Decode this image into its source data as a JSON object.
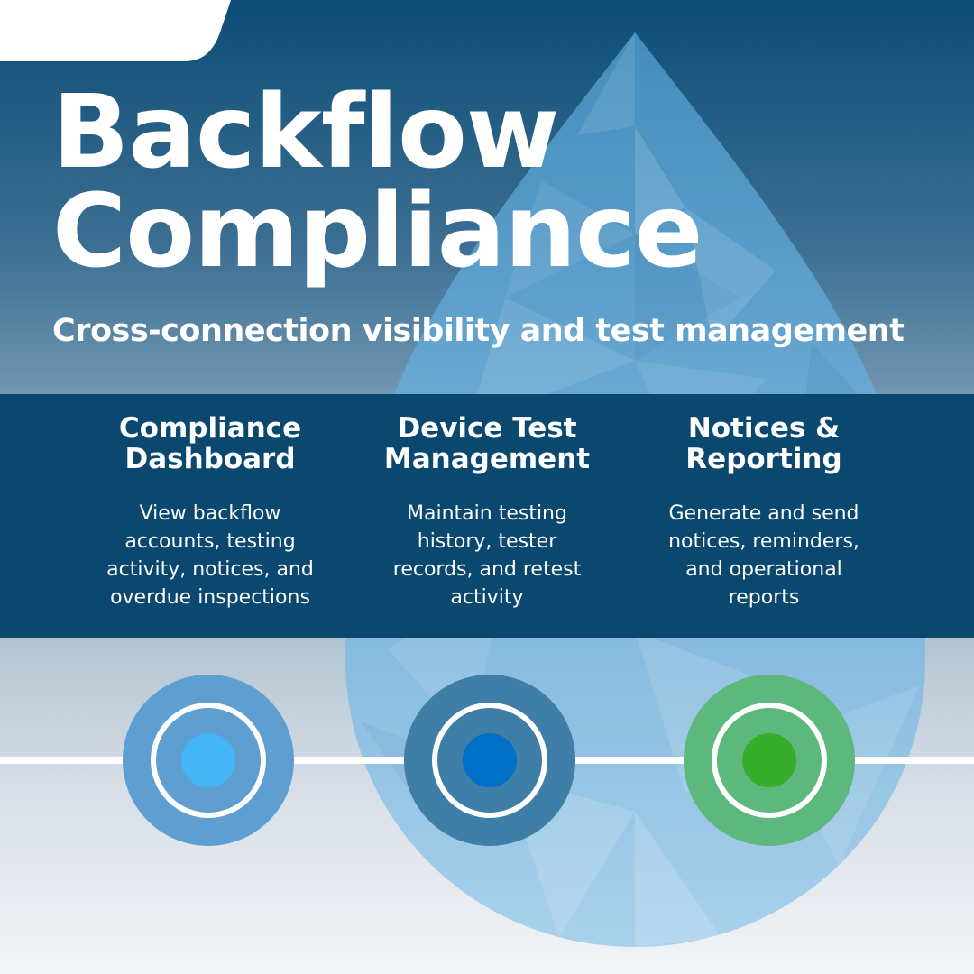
{
  "hero": {
    "title": "Backflow\nCompliance",
    "subtitle": "Cross-connection visibility and test management"
  },
  "features": [
    {
      "title": "Compliance\nDashboard",
      "description": "View backflow\naccounts, testing\nactivity, notices, and\noverdue inspections"
    },
    {
      "title": "Device Test\nManagement",
      "description": "Maintain testing\nhistory, tester\nrecords, and retest\nactivity"
    },
    {
      "title": "Notices &\nReporting",
      "description": "Generate and send\nnotices, reminders,\nand operational\nreports"
    }
  ],
  "colors": {
    "band": "#0b4870",
    "node_1_outer": "#5f9ed0",
    "node_1_core": "#45b4f5",
    "node_2_outer": "#3f7ea6",
    "node_2_core": "#0070c8",
    "node_3_outer": "#5cb87c",
    "node_3_core": "#37ad2c"
  },
  "icons": [
    "water-drop-icon",
    "timeline-node-icon"
  ]
}
